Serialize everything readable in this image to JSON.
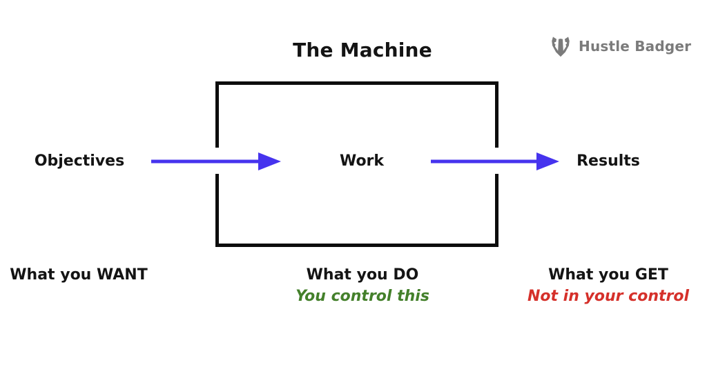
{
  "title": "The Machine",
  "logo": {
    "name": "Hustle Badger",
    "icon": "badger-icon"
  },
  "flow": {
    "input": "Objectives",
    "process": "Work",
    "output": "Results"
  },
  "captions": {
    "input": "What you WANT",
    "process": "What you DO",
    "process_note": "You control this",
    "output": "What you GET",
    "output_note": "Not in your control"
  },
  "colors": {
    "arrow": "#4633ee",
    "box_border": "#0d0d0d",
    "text": "#141414",
    "control_green": "#44802b",
    "no_control_red": "#d5302a",
    "logo_gray": "#7b7b7b",
    "background": "#ffffff"
  }
}
